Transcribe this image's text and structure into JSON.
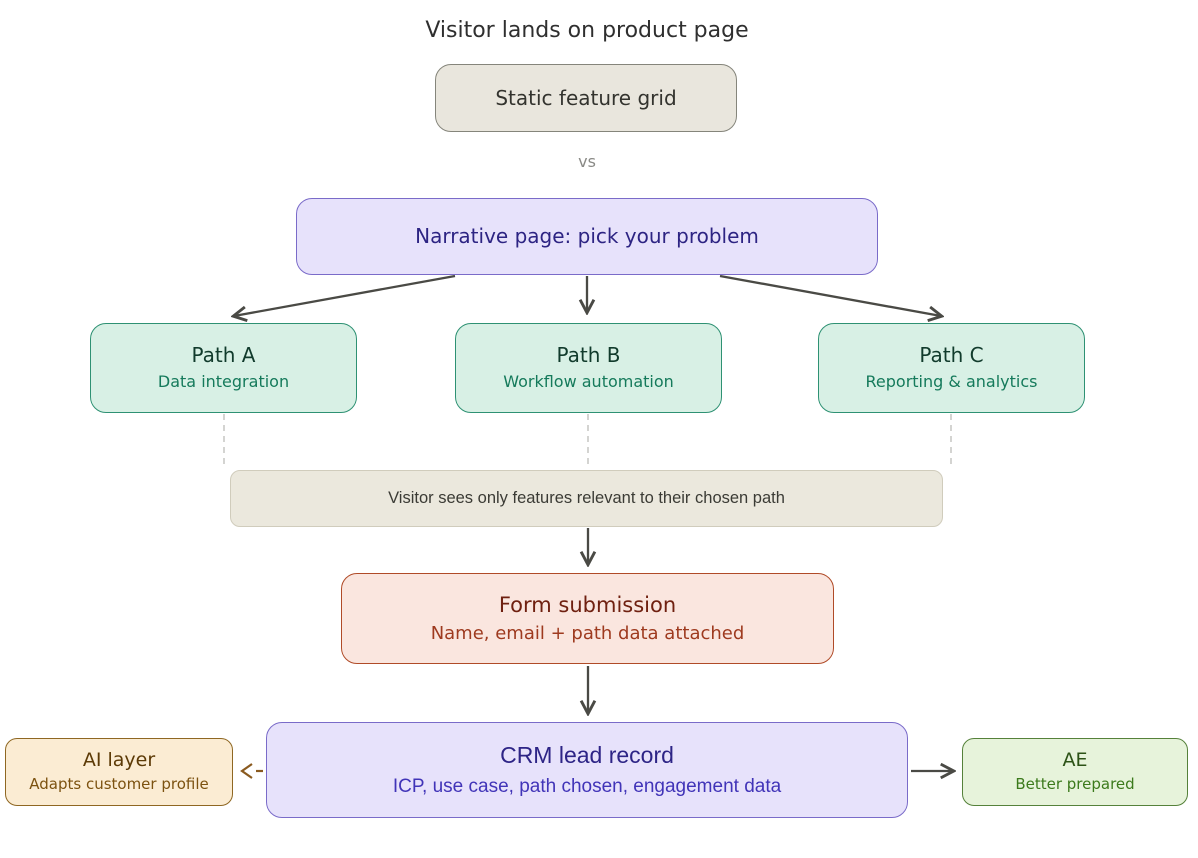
{
  "title": "Visitor lands on product page",
  "vs_label": "vs",
  "nodes": {
    "static_grid": {
      "label": "Static feature grid"
    },
    "narrative": {
      "label": "Narrative page: pick your problem"
    },
    "path_a": {
      "title": "Path A",
      "subtitle": "Data integration"
    },
    "path_b": {
      "title": "Path B",
      "subtitle": "Workflow automation"
    },
    "path_c": {
      "title": "Path C",
      "subtitle": "Reporting & analytics"
    },
    "relevance_note": {
      "label": "Visitor sees only features relevant to their chosen path"
    },
    "form": {
      "title": "Form submission",
      "subtitle": "Name, email + path data attached"
    },
    "crm": {
      "title": "CRM lead record",
      "subtitle": "ICP, use case, path chosen, engagement data"
    },
    "ai_layer": {
      "title": "AI layer",
      "subtitle": "Adapts customer profile"
    },
    "ae": {
      "title": "AE",
      "subtitle": "Better prepared"
    }
  },
  "edges": [
    {
      "from": "narrative",
      "to": "path_a",
      "style": "solid-arrow"
    },
    {
      "from": "narrative",
      "to": "path_b",
      "style": "solid-arrow"
    },
    {
      "from": "narrative",
      "to": "path_c",
      "style": "solid-arrow"
    },
    {
      "from": "path_a",
      "to": "relevance_note",
      "style": "dashed-line"
    },
    {
      "from": "path_b",
      "to": "relevance_note",
      "style": "dashed-line"
    },
    {
      "from": "path_c",
      "to": "relevance_note",
      "style": "dashed-line"
    },
    {
      "from": "relevance_note",
      "to": "form",
      "style": "solid-arrow"
    },
    {
      "from": "form",
      "to": "crm",
      "style": "solid-arrow"
    },
    {
      "from": "crm",
      "to": "ai_layer",
      "style": "dashed-arrow"
    },
    {
      "from": "crm",
      "to": "ae",
      "style": "solid-arrow"
    }
  ],
  "colors": {
    "background": "#ffffff",
    "title_text": "#2f2f2f",
    "vs_text": "#8a8a86",
    "arrow": "#4a4a45",
    "dashed_line": "#cacac6",
    "ai_arrow": "#8a5a1f",
    "static_fill": "#e9e6dd",
    "static_border": "#85857b",
    "static_text": "#33332e",
    "purple_fill": "#e7e2fb",
    "purple_border": "#7a6bc9",
    "purple_text": "#2d2483",
    "purple_subtext": "#4134b8",
    "green_fill": "#d8f0e5",
    "green_border": "#2e9173",
    "green_text": "#113b2c",
    "green_subtext": "#157a5b",
    "note_fill": "#ebe8dd",
    "note_border": "#d0ccbc",
    "note_text": "#3b3b35",
    "form_fill": "#fae6df",
    "form_border": "#b04b28",
    "form_text": "#6f2010",
    "form_subtext": "#9e3a1f",
    "ai_fill": "#fbecd3",
    "ai_border": "#8f6722",
    "ai_text": "#5c3a06",
    "ai_subtext": "#7c5210",
    "ae_fill": "#e7f3db",
    "ae_border": "#55813a",
    "ae_text": "#2c5216",
    "ae_subtext": "#3c7a1c"
  }
}
